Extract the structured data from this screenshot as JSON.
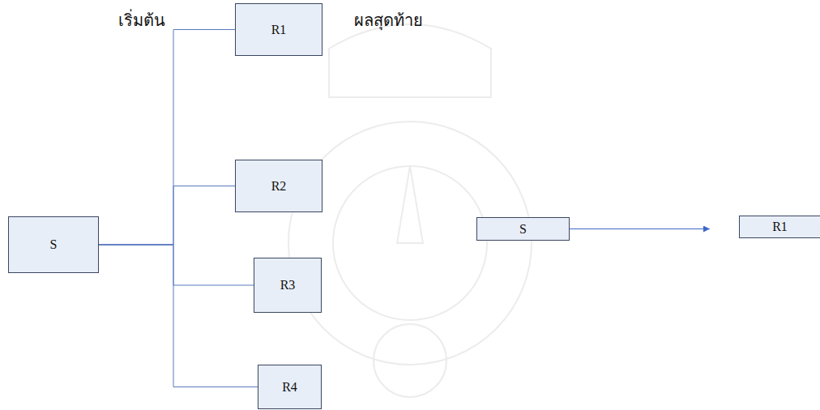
{
  "diagram": {
    "nodes": [
      {
        "text": [
          "S"
        ]
      },
      {
        "text": [
          "R1"
        ]
      },
      {
        "text": [
          "R2"
        ]
      },
      {
        "text": [
          "R3"
        ]
      },
      {
        "text": [
          "R4"
        ]
      },
      {
        "text": [
          "S"
        ]
      },
      {
        "text": [
          "R1"
        ]
      }
    ],
    "edges": [
      {
        "from": 0,
        "to": 1,
        "arrow": "none"
      },
      {
        "from": 0,
        "to": 2,
        "arrow": "none"
      },
      {
        "from": 0,
        "to": 3,
        "arrow": "none"
      },
      {
        "from": 0,
        "to": 4,
        "arrow": "none"
      },
      {
        "from": 5,
        "to": 6,
        "arrow": "to"
      }
    ],
    "labels": [
      "เริ่มต้น",
      "ผลสุดท้าย"
    ]
  }
}
